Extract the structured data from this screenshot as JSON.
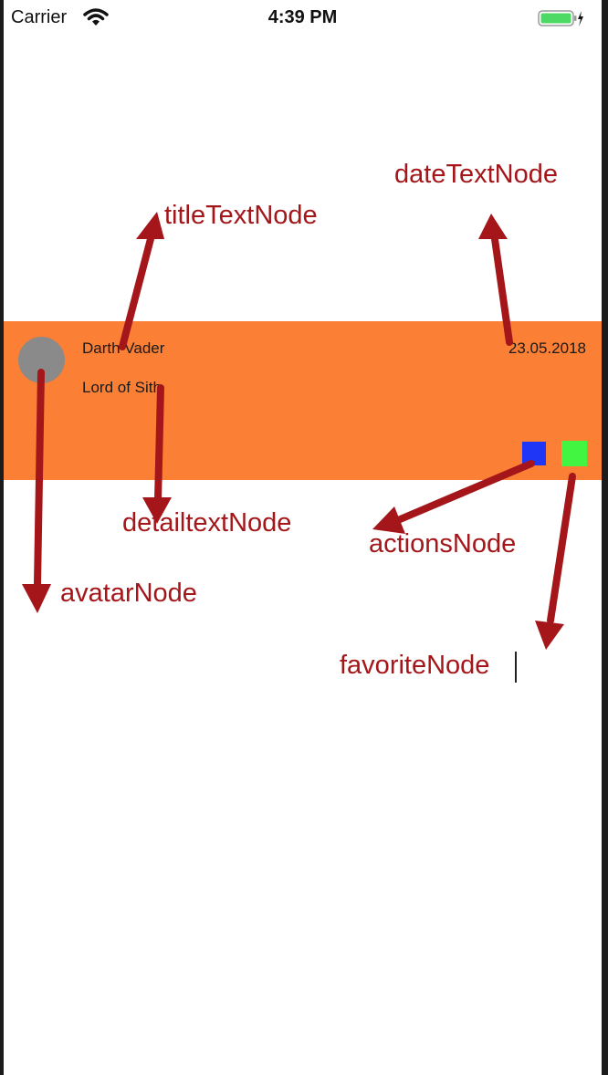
{
  "status_bar": {
    "carrier": "Carrier",
    "time": "4:39 PM"
  },
  "cell": {
    "title": "Darth Vader",
    "detail": "Lord of Sith",
    "date": "23.05.2018",
    "colors": {
      "background": "#fb7f34",
      "avatar": "#8a8a8a",
      "action": "#1f36f7",
      "favorite": "#41f541"
    }
  },
  "annotations": {
    "title": "titleTextNode",
    "date": "dateTextNode",
    "detail": "detailtextNode",
    "actions": "actionsNode",
    "avatar": "avatarNode",
    "favorite": "favoriteNode",
    "arrow_color": "#a4161a"
  }
}
